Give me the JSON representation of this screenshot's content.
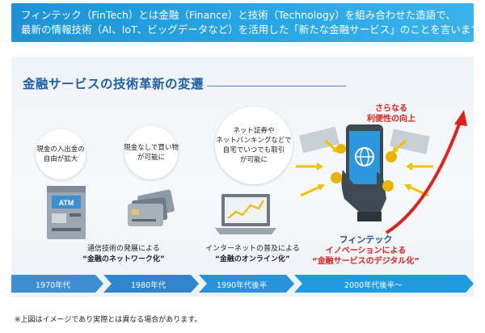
{
  "banner": {
    "line1": "フィンテック（FinTech）とは金融（Finance）と技術（Technology）を組み合わせた造語で、",
    "line2": "最新の情報技術（AI、IoT、ビッグデータなど）を活用した「新たな金融サービス」のことを言います。"
  },
  "panel": {
    "title": "金融サービスの技術革新の変遷"
  },
  "bubbles": [
    [
      "現金の入出金の",
      "自由が拡大"
    ],
    [
      "現金なしで買い物",
      "が可能に"
    ],
    [
      "ネット証券や",
      "ネットバンキングなどで",
      "自宅でいつでも取引",
      "が可能に"
    ]
  ],
  "icons": {
    "atm_label": "ATM"
  },
  "descriptions": [
    {
      "line1": "通信技術の発展による",
      "line2": "“金融のネットワーク化”"
    },
    {
      "line1": "インターネットの普及による",
      "line2": "“金融のオンライン化”"
    }
  ],
  "fintech": {
    "line1": "フィンテック",
    "line2": "イノベーションによる",
    "line3": "“金融サービスのデジタル化”"
  },
  "improvement": {
    "line1": "さらなる",
    "line2": "利便性の向上"
  },
  "timeline": [
    "1970年代",
    "1980年代",
    "1990年代後半",
    "2000年代後半〜"
  ],
  "footnote": "※上図はイメージであり実際とは異なる場合があります。",
  "colors": {
    "banner": "#1d93d6",
    "title": "#1f5fa8",
    "accent_red": "#e0211c",
    "timeline_blue": "#1f93dd",
    "arrow_yellow": "#f2c200"
  }
}
